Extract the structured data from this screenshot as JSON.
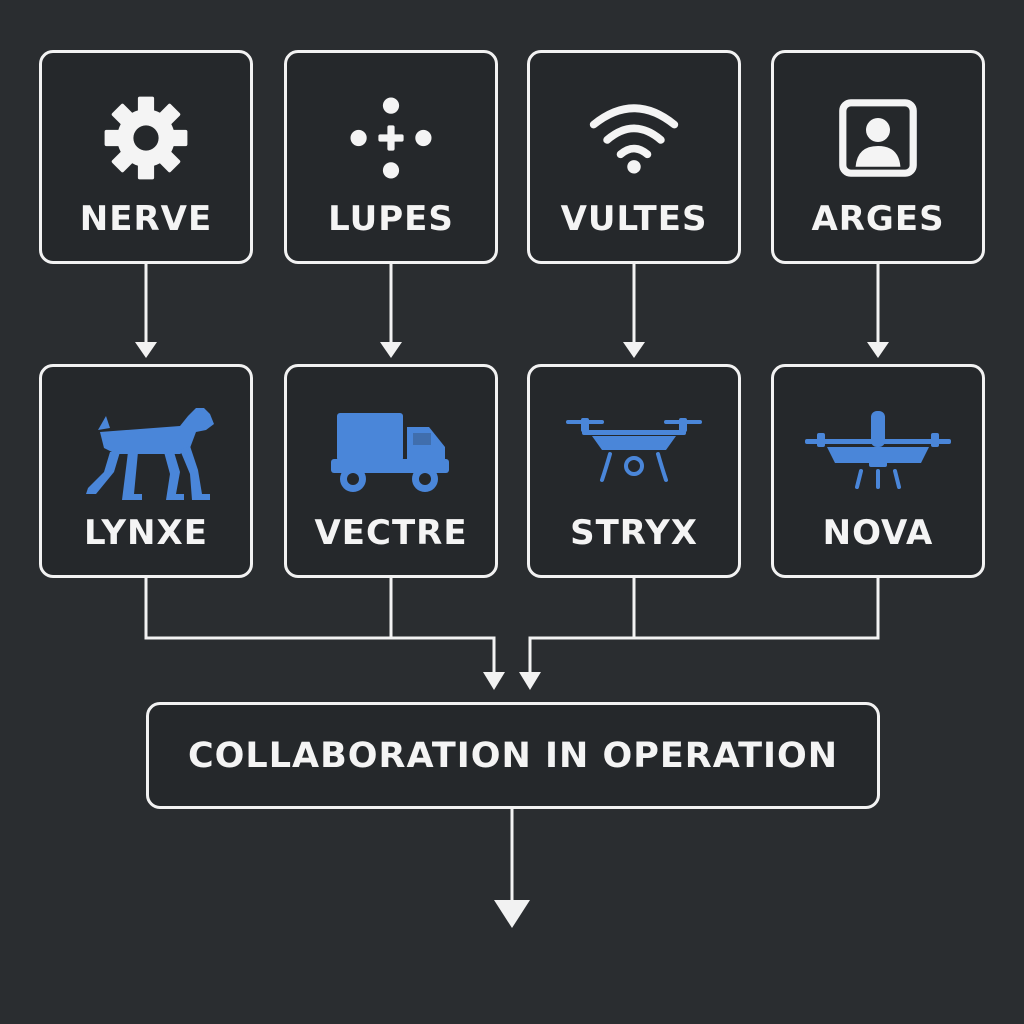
{
  "top_row": [
    {
      "label": "NERVE",
      "icon": "gear-icon"
    },
    {
      "label": "LUPES",
      "icon": "dot-cross-icon"
    },
    {
      "label": "VULTES",
      "icon": "wifi-icon"
    },
    {
      "label": "ARGES",
      "icon": "user-portrait-icon"
    }
  ],
  "bottom_row": [
    {
      "label": "LYNXE",
      "icon": "robot-dog-icon"
    },
    {
      "label": "VECTRE",
      "icon": "truck-icon"
    },
    {
      "label": "STRYX",
      "icon": "quadcopter-drone-icon"
    },
    {
      "label": "NOVA",
      "icon": "fixed-wing-drone-icon"
    }
  ],
  "collaboration": {
    "label": "COLLABORATION IN OPERATION"
  },
  "colors": {
    "background": "#2a2d30",
    "stroke": "#f2f2f2",
    "text": "#f4f4f4",
    "accent_blue": "#4a86d9"
  }
}
